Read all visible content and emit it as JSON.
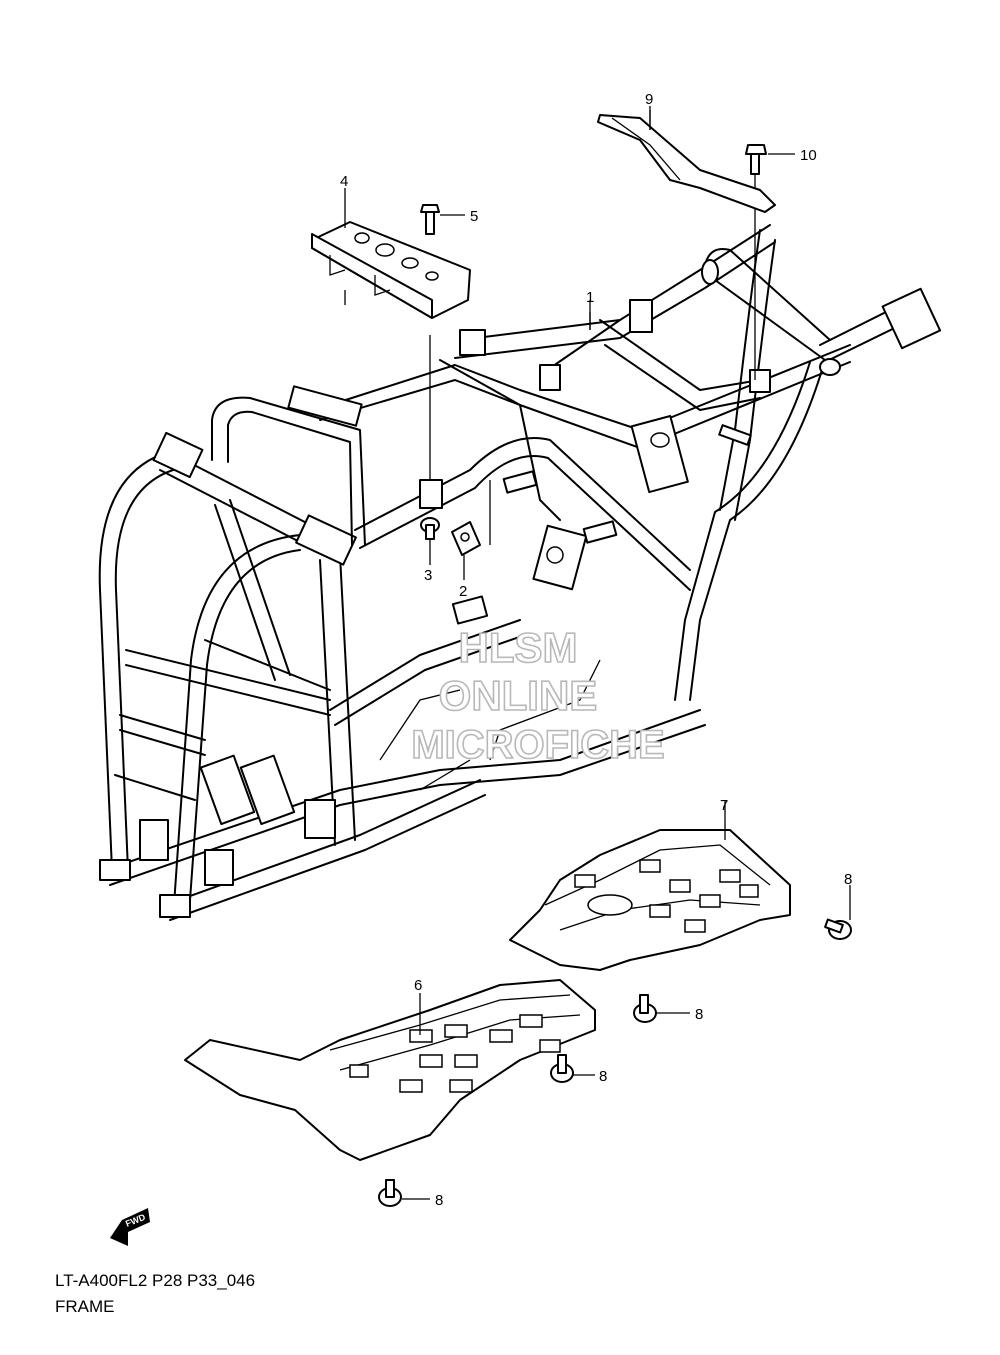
{
  "callouts": [
    {
      "id": "c1",
      "label": "1"
    },
    {
      "id": "c2",
      "label": "2"
    },
    {
      "id": "c3",
      "label": "3"
    },
    {
      "id": "c4",
      "label": "4"
    },
    {
      "id": "c5",
      "label": "5"
    },
    {
      "id": "c6",
      "label": "6"
    },
    {
      "id": "c7",
      "label": "7"
    },
    {
      "id": "c8a",
      "label": "8"
    },
    {
      "id": "c8b",
      "label": "8"
    },
    {
      "id": "c8c",
      "label": "8"
    },
    {
      "id": "c8d",
      "label": "8"
    },
    {
      "id": "c9",
      "label": "9"
    },
    {
      "id": "c10",
      "label": "10"
    }
  ],
  "watermark": {
    "line1": "HLSM",
    "line2": "ONLINE",
    "line3": "MICROFICHE"
  },
  "fwd_label": "FWD",
  "footer": {
    "code": "LT-A400FL2 P28 P33_046",
    "title": "FRAME"
  }
}
